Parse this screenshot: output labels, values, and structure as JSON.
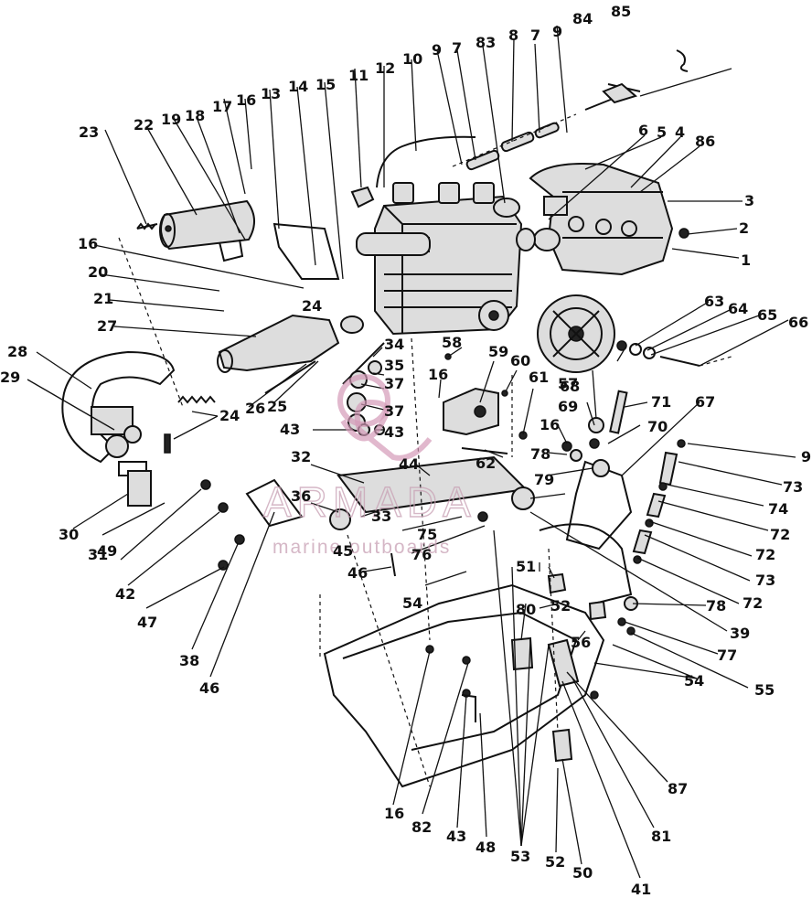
{
  "watermark": {
    "brand": "ARMADA",
    "tagline": "marine outboards",
    "color": "#c8a0b4"
  },
  "callout_numbers": [
    "1",
    "2",
    "3",
    "4",
    "5",
    "6",
    "7",
    "7",
    "8",
    "9",
    "9",
    "9",
    "10",
    "11",
    "12",
    "13",
    "14",
    "15",
    "16",
    "16",
    "16",
    "16",
    "16",
    "17",
    "18",
    "19",
    "20",
    "21",
    "22",
    "23",
    "24",
    "24",
    "25",
    "26",
    "27",
    "28",
    "29",
    "30",
    "31",
    "32",
    "33",
    "34",
    "35",
    "36",
    "37",
    "37",
    "38",
    "39",
    "41",
    "42",
    "43",
    "43",
    "43",
    "44",
    "45",
    "46",
    "46",
    "47",
    "48",
    "49",
    "50",
    "51",
    "52",
    "52",
    "53",
    "54",
    "54",
    "55",
    "56",
    "57",
    "58",
    "59",
    "60",
    "61",
    "62",
    "63",
    "64",
    "65",
    "66",
    "67",
    "68",
    "69",
    "70",
    "71",
    "72",
    "72",
    "72",
    "73",
    "73",
    "74",
    "75",
    "76",
    "77",
    "78",
    "78",
    "79",
    "80",
    "81",
    "82",
    "83",
    "84",
    "85",
    "86",
    "87"
  ]
}
